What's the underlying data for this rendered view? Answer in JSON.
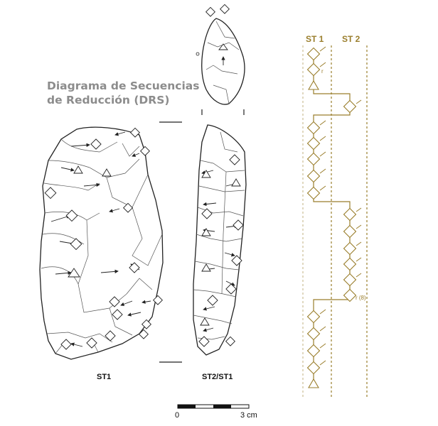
{
  "title": {
    "line1": "Diagrama de Secuencias",
    "line2": "de Reducción (DRS)"
  },
  "views": {
    "st1_label": "ST1",
    "st2_label": "ST2/ST1"
  },
  "sequence": {
    "col1": "ST 1",
    "col2": "ST 2",
    "r_marker": "r",
    "r_b_marker": "r (8)"
  },
  "scale": {
    "zero": "0",
    "end": "3 cm"
  },
  "colors": {
    "drawing": "#222222",
    "sequence": "#9a7e2c",
    "title": "#8c8c8c"
  }
}
